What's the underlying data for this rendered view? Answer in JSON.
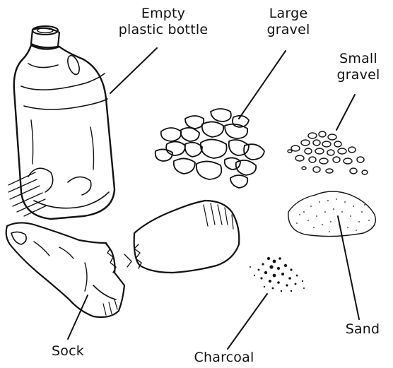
{
  "labels": {
    "bottle": [
      "Empty",
      "plastic bottle"
    ],
    "large_gravel": [
      "Large",
      "gravel"
    ],
    "small_gravel": [
      "Small",
      "gravel"
    ],
    "sand": "Sand",
    "sock": "Sock",
    "charcoal": "Charcoal"
  },
  "colors": {
    "ink": "#111111",
    "background": "#ffffff"
  }
}
